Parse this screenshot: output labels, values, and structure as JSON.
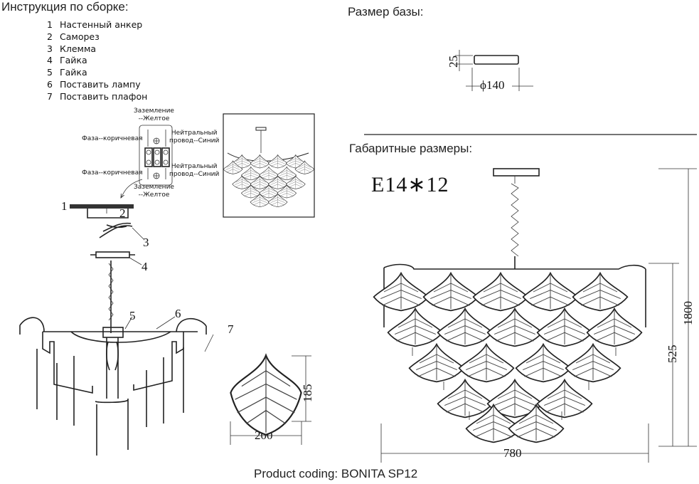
{
  "assembly": {
    "title": "Инструкция по сборке:",
    "steps": [
      {
        "n": "1",
        "text": "Настенный анкер"
      },
      {
        "n": "2",
        "text": "Саморез"
      },
      {
        "n": "3",
        "text": "Клемма"
      },
      {
        "n": "4",
        "text": "Гайка"
      },
      {
        "n": "5",
        "text": "Гайка"
      },
      {
        "n": "6",
        "text": "Поставить лампу"
      },
      {
        "n": "7",
        "text": "Поставить плафон"
      }
    ]
  },
  "wiring": {
    "ground_top": "Заземление\n--Желтое",
    "neutral_top": "Нейтральный\nпровод--Синий",
    "phase_top": "Фаза--коричневая",
    "phase_bottom": "Фаза--коричневая",
    "neutral_bottom": "Нейтральный\nпровод--Синий",
    "ground_bottom": "Заземление\n--Желтое"
  },
  "callouts": [
    "1",
    "2",
    "3",
    "4",
    "5",
    "6",
    "7"
  ],
  "base": {
    "title": "Размер базы:",
    "height": "25",
    "diameter": "ϕ140"
  },
  "overall": {
    "title": "Габаритные размеры:",
    "lamps": "E14∗12",
    "total_height": "1800",
    "body_height": "525",
    "width": "780"
  },
  "shade": {
    "height": "185",
    "width": "200"
  },
  "product": {
    "coding": "Product coding: BONITA SP12"
  }
}
